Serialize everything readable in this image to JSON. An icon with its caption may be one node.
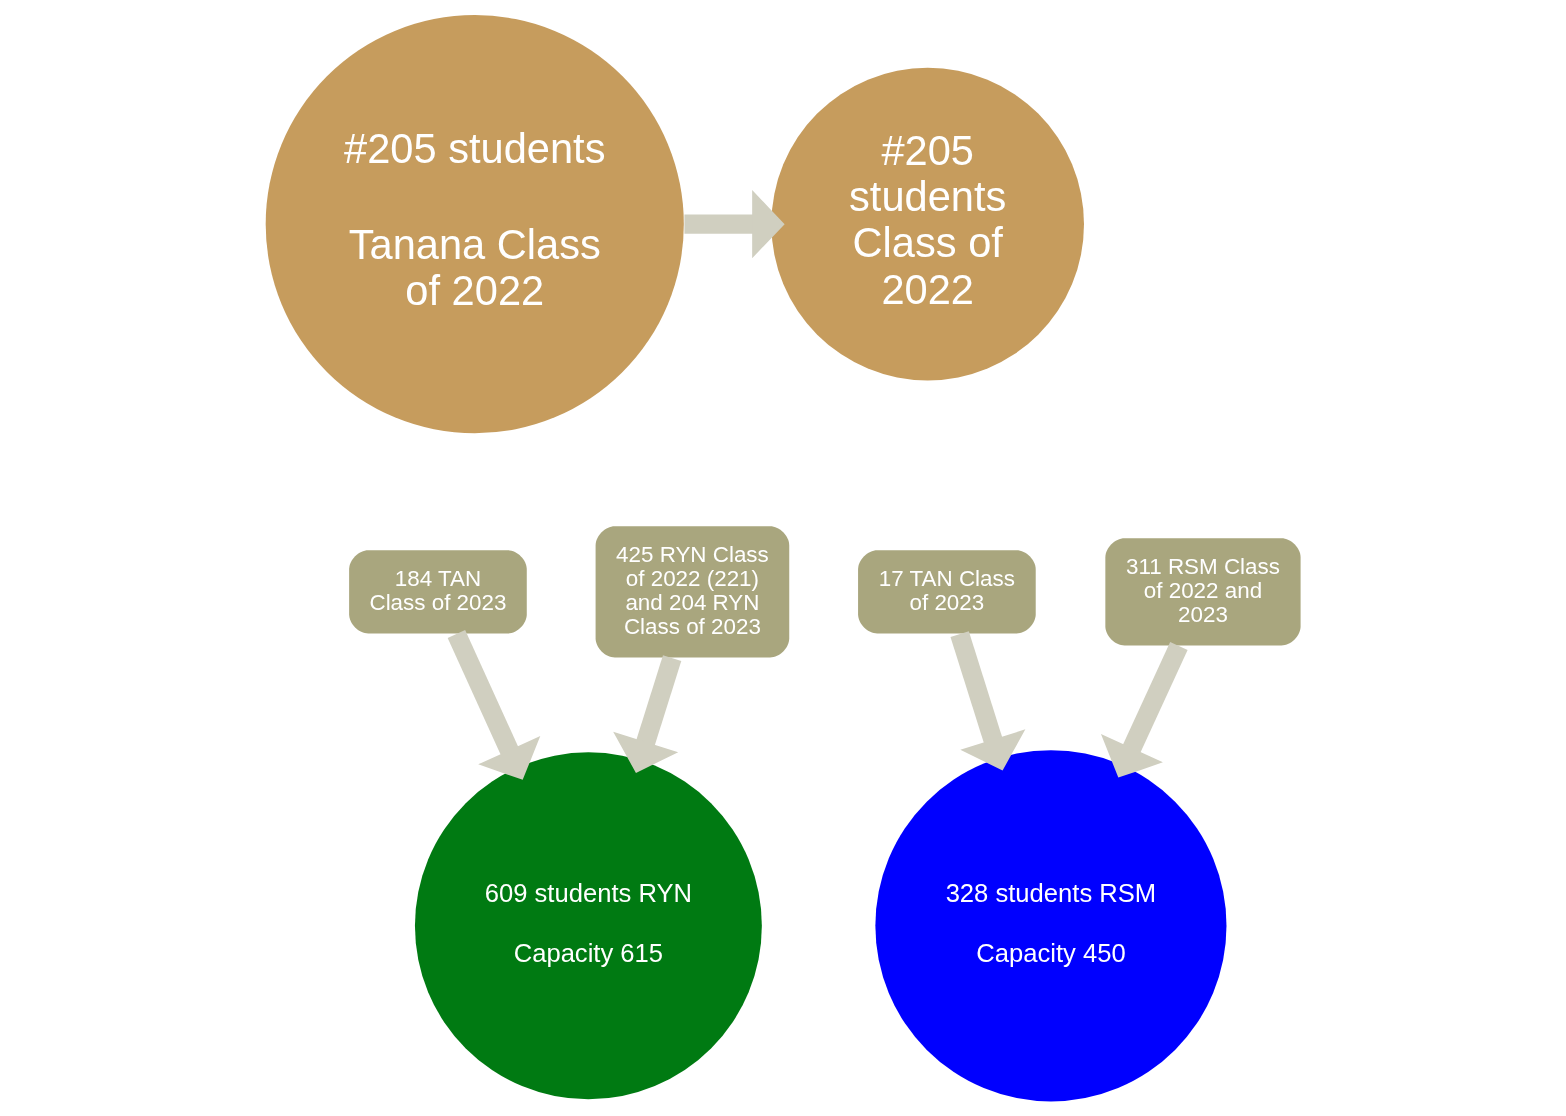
{
  "diagram": {
    "nodes": [
      {
        "text": [
          "#205 students",
          "Tanana Class of 2022"
        ]
      },
      {
        "text": [
          "#205 students Class of 2022"
        ]
      },
      {
        "text": [
          "184 TAN",
          "Class of 2023"
        ]
      },
      {
        "text": [
          "425 RYN Class of 2022 (221) and 204 RYN Class of 2023"
        ]
      },
      {
        "text": [
          "311 RSM Class of 2022 and 2023"
        ]
      },
      {
        "text": [
          "17 TAN Class of 2023"
        ]
      },
      {
        "text": [
          "609 students RYN",
          "Capacity 615"
        ]
      },
      {
        "text": [
          "328 students RSM",
          "Capacity 450"
        ]
      }
    ],
    "edges": [
      {
        "from": 0,
        "to": 1,
        "arrow": "to"
      },
      {
        "from": 2,
        "to": 6,
        "arrow": "to"
      },
      {
        "from": 3,
        "to": 6,
        "arrow": "to"
      },
      {
        "from": 4,
        "to": 7,
        "arrow": "to"
      },
      {
        "from": 5,
        "to": 7,
        "arrow": "to"
      }
    ]
  }
}
